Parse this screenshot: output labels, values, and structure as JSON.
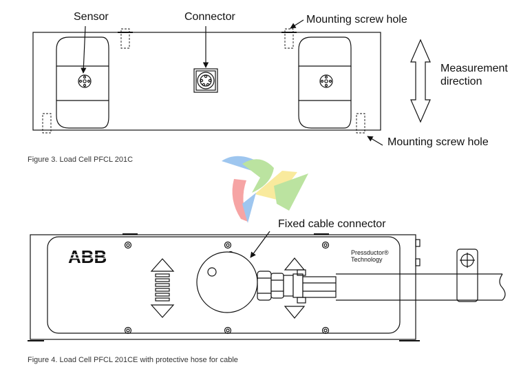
{
  "figure3": {
    "labels": {
      "sensor": "Sensor",
      "connector": "Connector",
      "mounting_top": "Mounting screw hole",
      "measurement_line1": "Measurement",
      "measurement_line2": "direction",
      "mounting_bottom": "Mounting screw hole"
    },
    "caption": "Figure 3.  Load Cell PFCL 201C"
  },
  "figure4": {
    "labels": {
      "fixed_cable_connector": "Fixed cable connector",
      "brand": "ABB",
      "tech_line1": "Pressductor®",
      "tech_line2": "Technology"
    },
    "caption": "Figure 4.  Load Cell PFCL 201CE with protective hose for cable"
  },
  "colors": {
    "line": "#111111",
    "watermark_blue": "#3f8ee0",
    "watermark_green": "#7ac943",
    "watermark_yellow": "#f5d63d",
    "watermark_red": "#ee4b4b"
  }
}
